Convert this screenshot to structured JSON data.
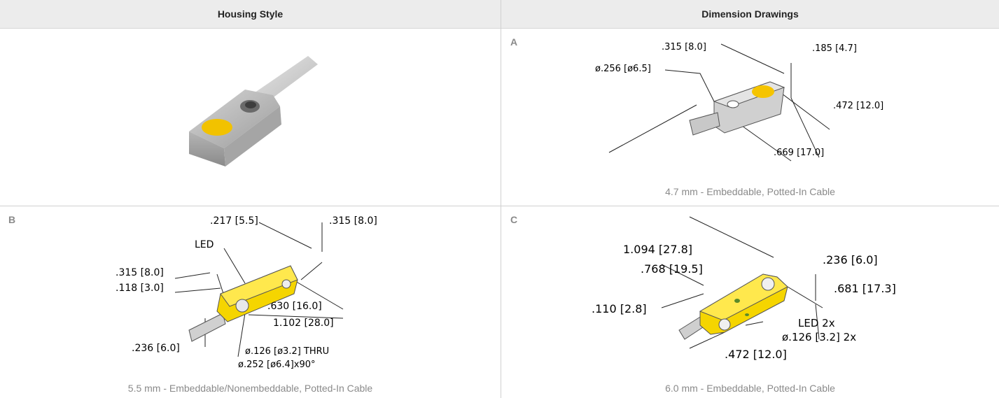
{
  "header": {
    "col1": "Housing Style",
    "col2": "Dimension Drawings"
  },
  "cells": {
    "a": {
      "letter": "A",
      "caption": "4.7 mm - Embeddable, Potted-In Cable",
      "dims": {
        "d1": ".315 [8.0]",
        "d2": ".185 [4.7]",
        "d3": "ø.256 [ø6.5]",
        "d4": ".472 [12.0]",
        "d5": ".669 [17.0]"
      }
    },
    "b": {
      "letter": "B",
      "caption": "5.5 mm - Embeddable/Nonembeddable, Potted-In Cable",
      "dims": {
        "d1": ".217  [5.5]",
        "d2": ".315  [8.0]",
        "led": "LED",
        "d3": ".315  [8.0]",
        "d4": ".118  [3.0]",
        "d5": ".630  [16.0]",
        "d6": "1.102  [28.0]",
        "d7": ".236  [6.0]",
        "d8": "ø.126  [ø3.2]  THRU",
        "d9": "ø.252  [ø6.4]x90°"
      }
    },
    "c": {
      "letter": "C",
      "caption": "6.0 mm - Embeddable, Potted-In Cable",
      "dims": {
        "d1": "1.094  [27.8]",
        "d2": ".768  [19.5]",
        "d3": ".236  [6.0]",
        "d4": ".681  [17.3]",
        "d5": ".110  [2.8]",
        "d6": "LED  2x",
        "d7": "ø.126  [3.2]  2x",
        "d8": ".472  [12.0]"
      }
    }
  },
  "colors": {
    "yellow": "#f5d500",
    "metal": "#bdbdbd",
    "grid": "#d0d0d0",
    "caption": "#8a8a8a"
  }
}
